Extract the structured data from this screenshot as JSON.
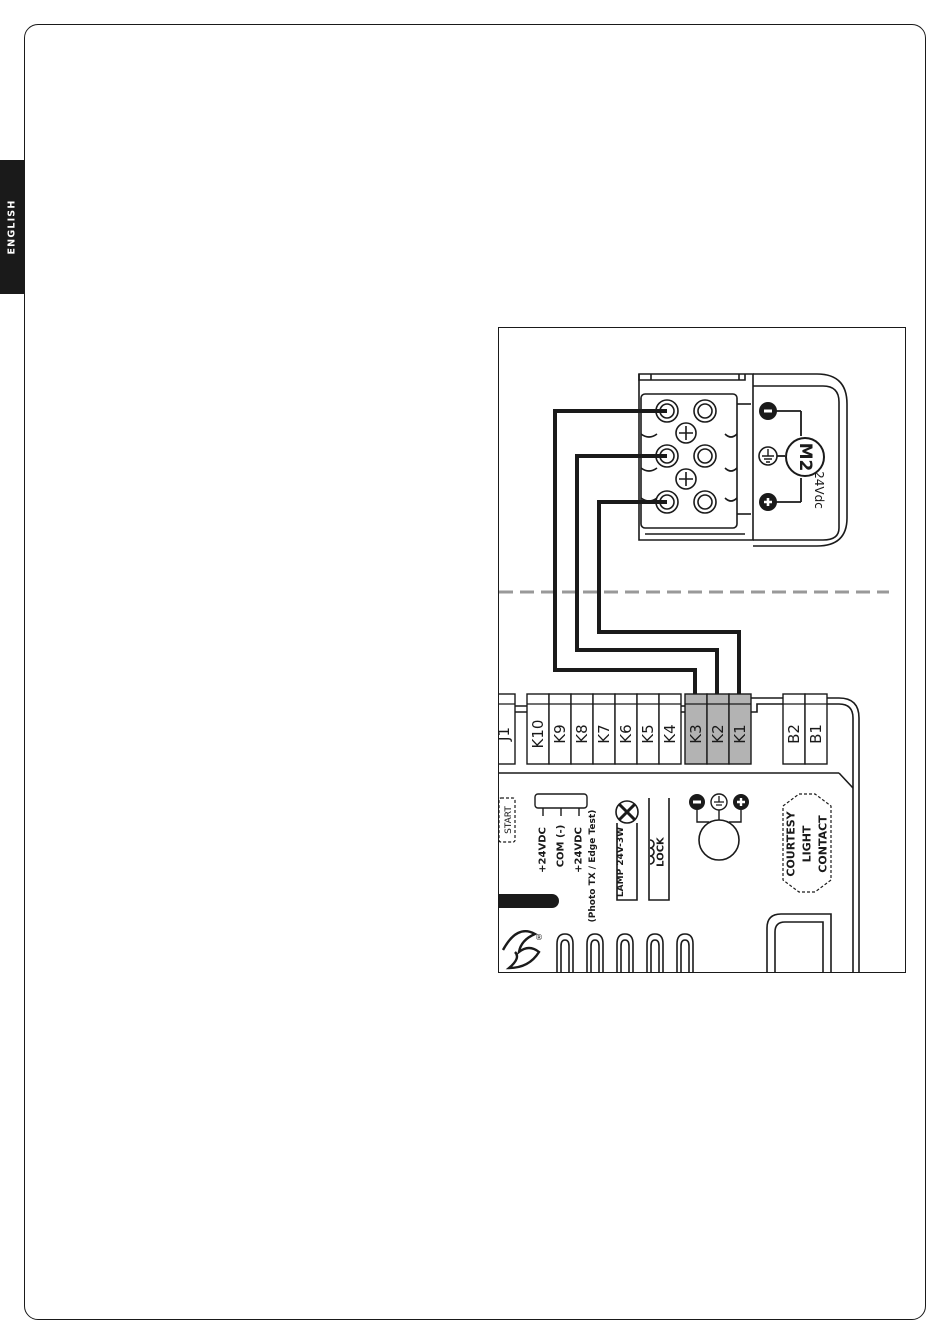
{
  "sidebar": {
    "language_label": "ENGLISH"
  },
  "diagram": {
    "motor": {
      "label": "M2",
      "voltage": "24Vdc"
    },
    "terminals": [
      {
        "id": "j1",
        "label": "J1",
        "highlighted": false
      },
      {
        "id": "k10",
        "label": "K10",
        "highlighted": false
      },
      {
        "id": "k9",
        "label": "K9",
        "highlighted": false
      },
      {
        "id": "k8",
        "label": "K8",
        "highlighted": false
      },
      {
        "id": "k7",
        "label": "K7",
        "highlighted": false
      },
      {
        "id": "k6",
        "label": "K6",
        "highlighted": false
      },
      {
        "id": "k5",
        "label": "K5",
        "highlighted": false
      },
      {
        "id": "k4",
        "label": "K4",
        "highlighted": false
      },
      {
        "id": "k3",
        "label": "K3",
        "highlighted": true
      },
      {
        "id": "k2",
        "label": "K2",
        "highlighted": true
      },
      {
        "id": "k1",
        "label": "K1",
        "highlighted": true
      },
      {
        "id": "b2",
        "label": "B2",
        "highlighted": false
      },
      {
        "id": "b1",
        "label": "B1",
        "highlighted": false
      }
    ],
    "board_labels": {
      "start": "START",
      "plus_24vdc": "+24VDC",
      "com": "COM (-)",
      "plus_24vdc_2": "+24VDC",
      "photo_tx": "(Photo TX / Edge Test)",
      "lamp": "LAMP 24V-3W",
      "lock": "LOCK",
      "courtesy": "COURTESY",
      "light": "LIGHT",
      "contact": "CONTACT",
      "registered_mark": "®"
    },
    "colors": {
      "line": "#1a1a1a",
      "terminal_highlight": "#b3b3b3",
      "dashed_separator": "#999999",
      "board_outline": "#1a1a1a"
    }
  }
}
